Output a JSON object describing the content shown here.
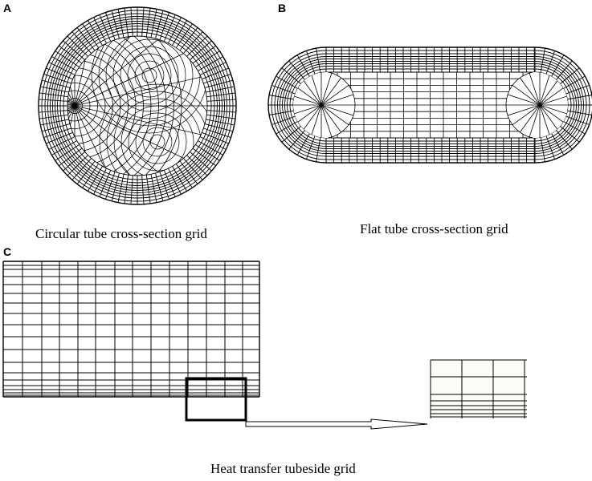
{
  "panels": {
    "a": {
      "label": "A",
      "caption": "Circular tube cross-section grid"
    },
    "b": {
      "label": "B",
      "caption": "Flat tube cross-section grid"
    },
    "c": {
      "label": "C",
      "caption": "Heat transfer tubeside grid"
    }
  },
  "colors": {
    "line": "#000000",
    "background": "#ffffff",
    "inset_background": "#fdfbf5"
  }
}
